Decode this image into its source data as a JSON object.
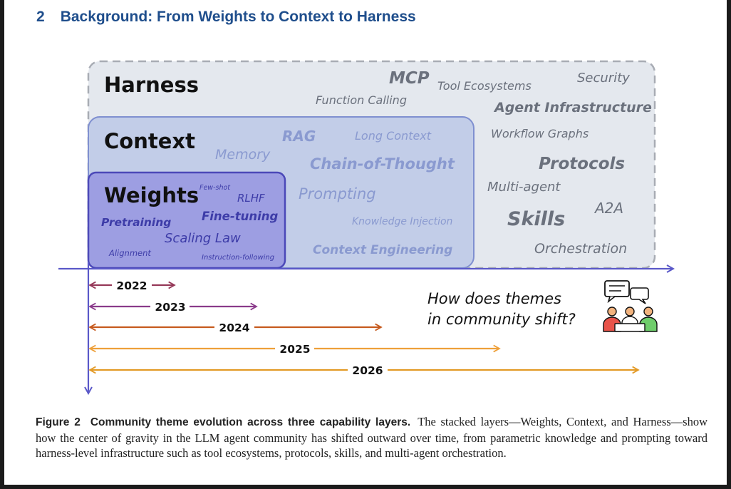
{
  "section": {
    "number": "2",
    "title": "Background: From Weights to Context to Harness"
  },
  "figure": {
    "layers": {
      "harness": "Harness",
      "context": "Context",
      "weights": "Weights"
    },
    "harness_terms": {
      "mcp": "MCP",
      "tool_ecosystems": "Tool Ecosystems",
      "security": "Security",
      "function_calling": "Function Calling",
      "agent_infrastructure": "Agent Infrastructure",
      "workflow_graphs": "Workflow Graphs",
      "protocols": "Protocols",
      "multi_agent": "Multi-agent",
      "a2a": "A2A",
      "skills": "Skills",
      "orchestration": "Orchestration"
    },
    "context_terms": {
      "rag": "RAG",
      "long_context": "Long Context",
      "memory": "Memory",
      "chain_of_thought": "Chain-of-Thought",
      "prompting": "Prompting",
      "knowledge_injection": "Knowledge Injection",
      "context_engineering": "Context Engineering"
    },
    "weights_terms": {
      "few_shot": "Few-shot",
      "rlhf": "RLHF",
      "pretraining": "Pretraining",
      "fine_tuning": "Fine-tuning",
      "scaling_law": "Scaling Law",
      "alignment": "Alignment",
      "instruction_following": "Instruction-following"
    },
    "years": [
      "2022",
      "2023",
      "2024",
      "2025",
      "2026"
    ],
    "question_line1": "How does themes",
    "question_line2": "in community shift?",
    "icon": "community-discussion-icon",
    "colors": {
      "heading": "#1f4e8c",
      "axis": "#5a58c8",
      "harness_fill": "#e4e8ee",
      "context_fill": "#c2cde8",
      "weights_fill": "#9d9ee2",
      "year_2022": "#953858",
      "year_2023": "#8a3a8a",
      "year_2024": "#c65a1e",
      "year_2025": "#eea03a",
      "year_2026": "#e39a26"
    }
  },
  "caption": {
    "label": "Figure 2",
    "title": "Community theme evolution across three capability layers.",
    "text": "The stacked layers—Weights, Context, and Harness—show how the center of gravity in the LLM agent community has shifted outward over time, from parametric knowledge and prompting toward harness-level infrastructure such as tool ecosystems, protocols, skills, and multi-agent orchestration."
  }
}
